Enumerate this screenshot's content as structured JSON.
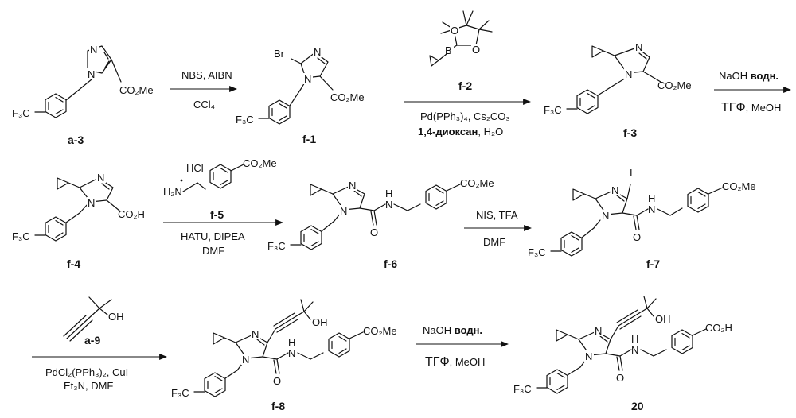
{
  "atom_labels": {
    "N": "N",
    "O": "O",
    "B": "B",
    "Br": "Br",
    "I": "I",
    "H": "H",
    "NH": "N",
    "H2N": "H₂N",
    "HCl": "HCl",
    "OH": "OH",
    "F3C": "F₃C",
    "CO2Me": "CO₂Me",
    "CO2H": "CO₂H"
  },
  "compounds": {
    "a3": "a-3",
    "f1": "f-1",
    "f2": "f-2",
    "f3": "f-3",
    "f4": "f-4",
    "f5": "f-5",
    "f6": "f-6",
    "f7": "f-7",
    "a9": "a-9",
    "f8": "f-8",
    "p20": "20"
  },
  "reactions": {
    "r1_above": "NBS, AIBN",
    "r1_below": "CCl₄",
    "r2_line1": "Pd(PPh₃)₄, Cs₂CO₃",
    "r2_line2_bold": "1,4-диоксан",
    "r2_line2_rest": ", H₂O",
    "r3_above_a": "NaOH ",
    "r3_above_b": "водн.",
    "r3_below_a": "ТГФ",
    "r3_below_b": ", MeOH",
    "r4_line1": "HATU, DIPEA",
    "r4_line2": "DMF",
    "r5_above": "NIS, TFA",
    "r5_below": "DMF",
    "r6_line1": "PdCl₂(PPh₃)₂, CuI",
    "r6_line2": "Et₃N, DMF",
    "r7_above_a": "NaOH ",
    "r7_above_b": "водн.",
    "r7_below_a": "ТГФ",
    "r7_below_b": ", MeOH"
  }
}
